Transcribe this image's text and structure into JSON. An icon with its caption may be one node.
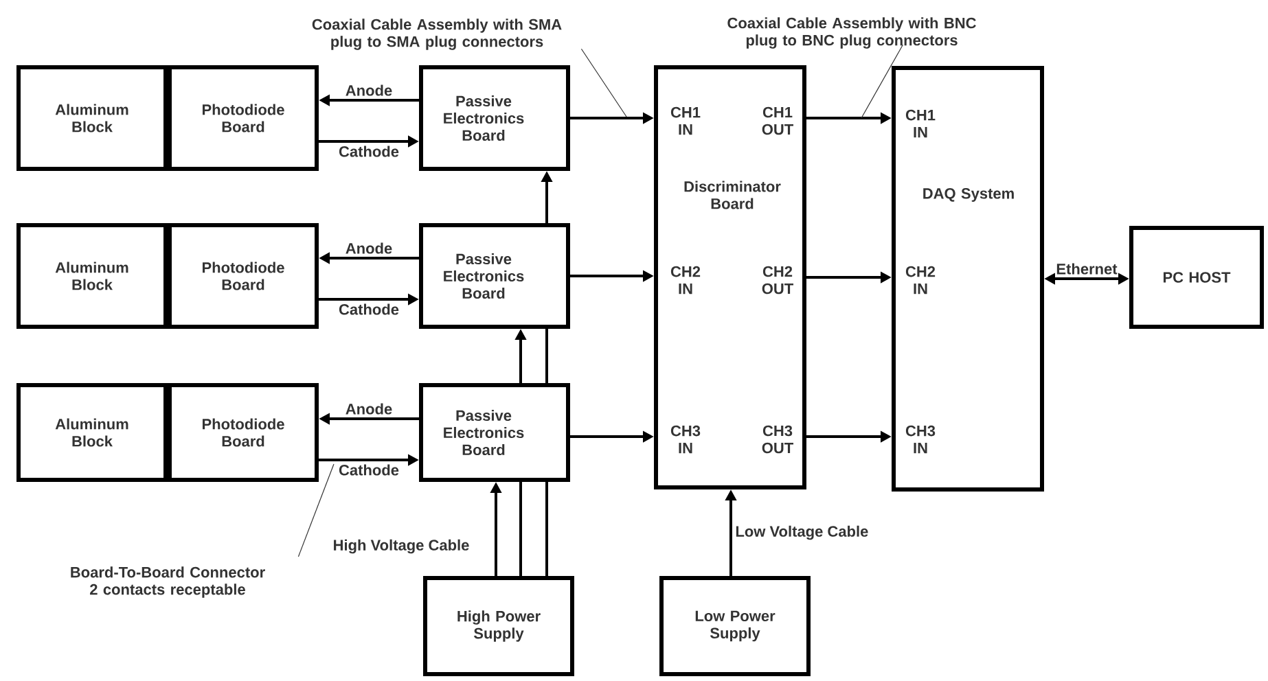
{
  "diagram": {
    "nodes": [
      {
        "text": [
          "Coaxial Cable Assembly with SMA plug to SMA plug connectors"
        ]
      },
      {
        "text": [
          "Coaxial Cable Assembly with BNC plug to BNC plug connectors"
        ]
      },
      {
        "text": [
          "Aluminum Block"
        ]
      },
      {
        "text": [
          "Photodiode Board"
        ]
      },
      {
        "text": [
          "Passive Electronics Board"
        ]
      },
      {
        "text": [
          "CH1 IN",
          "CH1 OUT",
          "Discriminator Board",
          "CH2 IN",
          "CH2 OUT",
          "CH3 IN",
          "CH3 OUT"
        ]
      },
      {
        "text": [
          "CH1 IN",
          "DAQ System",
          "CH2 IN",
          "CH3 IN"
        ]
      },
      {
        "text": [
          "Aluminum Block"
        ]
      },
      {
        "text": [
          "Photodiode Board"
        ]
      },
      {
        "text": [
          "Passive Electronics Board"
        ]
      },
      {
        "text": [
          "PC HOST"
        ]
      },
      {
        "text": [
          "Aluminum Block"
        ]
      },
      {
        "text": [
          "Photodiode Board"
        ]
      },
      {
        "text": [
          "Passive Electronics Board"
        ]
      },
      {
        "text": [
          "Board-To-Board Connector 2 contacts receptable"
        ]
      },
      {
        "text": [
          "High Power Supply"
        ]
      },
      {
        "text": [
          "Low Power Supply"
        ]
      }
    ],
    "edges": [
      {
        "from": 4,
        "to": 3,
        "arrow": "to",
        "label": "Anode"
      },
      {
        "from": 3,
        "to": 4,
        "arrow": "to",
        "label": "Cathode"
      },
      {
        "from": 4,
        "to": 5,
        "arrow": "to"
      },
      {
        "from": 9,
        "to": 8,
        "arrow": "to",
        "label": "Anode"
      },
      {
        "from": 8,
        "to": 9,
        "arrow": "to",
        "label": "Cathode"
      },
      {
        "from": 9,
        "to": 5,
        "arrow": "to"
      },
      {
        "from": 13,
        "to": 12,
        "arrow": "to",
        "label": "Anode"
      },
      {
        "from": 12,
        "to": 13,
        "arrow": "to",
        "label": "Cathode"
      },
      {
        "from": 13,
        "to": 5,
        "arrow": "to"
      },
      {
        "from": 5,
        "to": 6,
        "arrow": "to"
      },
      {
        "from": 5,
        "to": 6,
        "arrow": "to"
      },
      {
        "from": 5,
        "to": 6,
        "arrow": "to"
      },
      {
        "from": 6,
        "to": 10,
        "arrow": "both",
        "label": "Ethernet"
      },
      {
        "from": 15,
        "to": 13,
        "arrow": "to"
      },
      {
        "from": 15,
        "to": 13,
        "arrow": "none"
      },
      {
        "from": 15,
        "to": 13,
        "arrow": "none"
      },
      {
        "from": 13,
        "to": 9,
        "arrow": "to"
      },
      {
        "from": 13,
        "to": 9,
        "arrow": "none"
      },
      {
        "from": 9,
        "to": 4,
        "arrow": "to"
      },
      {
        "from": 16,
        "to": 5,
        "arrow": "to",
        "label": "Low Voltage Cable"
      },
      {
        "from": 0,
        "to": null,
        "arrow": "none"
      },
      {
        "from": 1,
        "to": null,
        "arrow": "none"
      },
      {
        "from": 14,
        "to": null,
        "arrow": "none"
      }
    ],
    "labels": [
      "High Voltage Cable"
    ]
  }
}
